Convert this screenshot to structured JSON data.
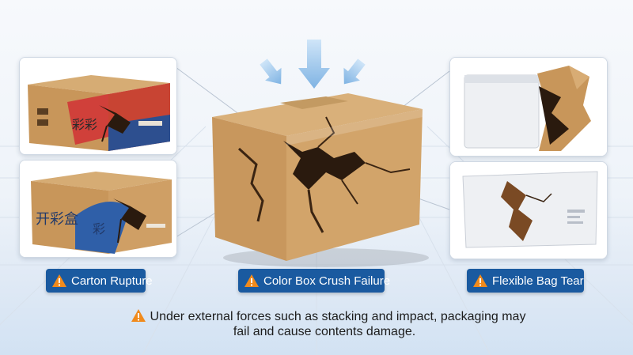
{
  "badges": {
    "left": "Carton Rupture",
    "center": "Color Box Crush Failure",
    "right": "Flexible Bag Tear"
  },
  "caption": {
    "line1": "Under external forces such as stacking and impact, packaging may",
    "line2": "fail and cause contents damage."
  },
  "box_print": {
    "top_left_glyphs": "彩彩",
    "bottom_left_glyphs": "开彩盒",
    "bottom_left_side": "彩"
  },
  "colors": {
    "badge_bg": "#1a5aa0",
    "warning": "#f08a1c",
    "cardboard": "#c9995f",
    "arrow": "#8fbfe8"
  },
  "icons": [
    "warning-icon",
    "down-arrow-icon"
  ]
}
